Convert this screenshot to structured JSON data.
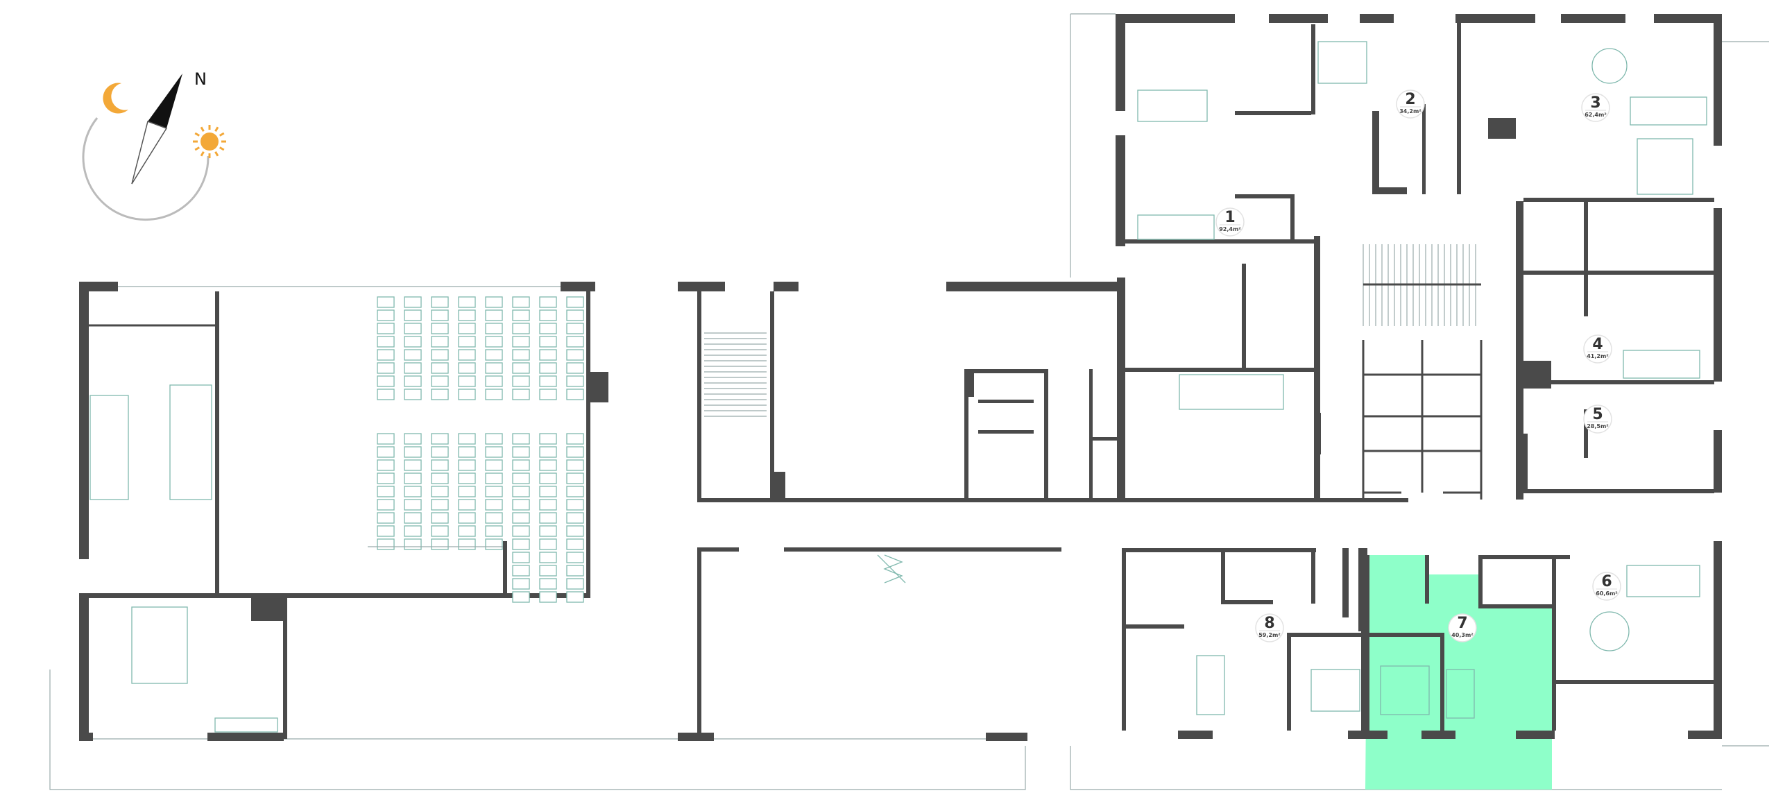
{
  "compass": {
    "north_label": "N",
    "sun_color": "#f3a838",
    "moon_color": "#f3a838"
  },
  "highlight": {
    "unit": "7",
    "color": "#8effc9"
  },
  "units": [
    {
      "number": "1",
      "area": "92,4m²"
    },
    {
      "number": "2",
      "area": "34,2m²"
    },
    {
      "number": "3",
      "area": "62,4m²"
    },
    {
      "number": "4",
      "area": "41,2m²"
    },
    {
      "number": "5",
      "area": "28,5m²"
    },
    {
      "number": "6",
      "area": "60,6m²"
    },
    {
      "number": "7",
      "area": "40,3m²"
    },
    {
      "number": "8",
      "area": "59,2m²"
    }
  ]
}
